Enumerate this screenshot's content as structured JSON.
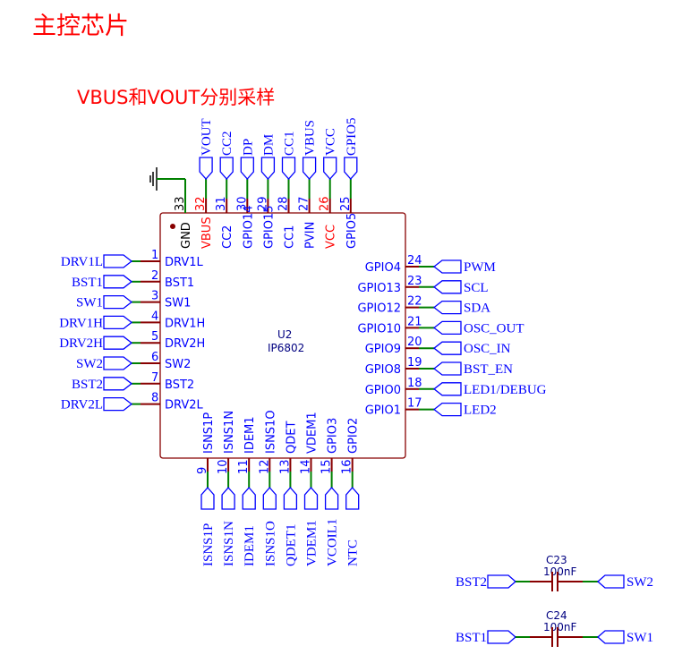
{
  "titles": {
    "main": "主控芯片",
    "sub": "VBUS和VOUT分别采样"
  },
  "chip": {
    "designator": "U2",
    "part": "IP6802",
    "body_color": "#880000",
    "wire_color": "#008000",
    "label_color": "#0000ff",
    "highlight_color": "#ff0000",
    "left_pins": [
      {
        "num": "1",
        "name": "DRV1L",
        "net": "DRV1L"
      },
      {
        "num": "2",
        "name": "BST1",
        "net": "BST1"
      },
      {
        "num": "3",
        "name": "SW1",
        "net": "SW1"
      },
      {
        "num": "4",
        "name": "DRV1H",
        "net": "DRV1H"
      },
      {
        "num": "5",
        "name": "DRV2H",
        "net": "DRV2H"
      },
      {
        "num": "6",
        "name": "SW2",
        "net": "SW2"
      },
      {
        "num": "7",
        "name": "BST2",
        "net": "BST2"
      },
      {
        "num": "8",
        "name": "DRV2L",
        "net": "DRV2L"
      }
    ],
    "right_pins": [
      {
        "num": "24",
        "name": "GPIO4",
        "net": "PWM"
      },
      {
        "num": "23",
        "name": "GPIO13",
        "net": "SCL"
      },
      {
        "num": "22",
        "name": "GPIO12",
        "net": "SDA"
      },
      {
        "num": "21",
        "name": "GPIO10",
        "net": "OSC_OUT"
      },
      {
        "num": "20",
        "name": "GPIO9",
        "net": "OSC_IN"
      },
      {
        "num": "19",
        "name": "GPIO8",
        "net": "BST_EN"
      },
      {
        "num": "18",
        "name": "GPIO0",
        "net": "LED1/DEBUG"
      },
      {
        "num": "17",
        "name": "GPIO1",
        "net": "LED2"
      }
    ],
    "top_pins": [
      {
        "num": "33",
        "name": "GND",
        "net": "GND",
        "color": "black"
      },
      {
        "num": "32",
        "name": "VBUS",
        "net": "VOUT",
        "color": "red"
      },
      {
        "num": "31",
        "name": "CC2",
        "net": "CC2",
        "color": "blue"
      },
      {
        "num": "30",
        "name": "GPIO14",
        "net": "DP",
        "color": "blue"
      },
      {
        "num": "29",
        "name": "GPIO15",
        "net": "DM",
        "color": "blue"
      },
      {
        "num": "28",
        "name": "CC1",
        "net": "CC1",
        "color": "blue"
      },
      {
        "num": "27",
        "name": "PVIN",
        "net": "VBUS",
        "color": "blue"
      },
      {
        "num": "26",
        "name": "VCC",
        "net": "VCC",
        "color": "red"
      },
      {
        "num": "25",
        "name": "GPIO5",
        "net": "GPIO5",
        "color": "blue"
      }
    ],
    "bottom_pins": [
      {
        "num": "9",
        "name": "ISNS1P",
        "net": "ISNS1P"
      },
      {
        "num": "10",
        "name": "ISNS1N",
        "net": "ISNS1N"
      },
      {
        "num": "11",
        "name": "IDEM1",
        "net": "IDEM1"
      },
      {
        "num": "12",
        "name": "ISNS1O",
        "net": "ISNS1O"
      },
      {
        "num": "13",
        "name": "QDET",
        "net": "QDET1"
      },
      {
        "num": "14",
        "name": "VDEM1",
        "net": "VDEM1"
      },
      {
        "num": "15",
        "name": "GPIO3",
        "net": "VCOIL1"
      },
      {
        "num": "16",
        "name": "GPIO2",
        "net": "NTC"
      }
    ]
  },
  "capacitors": [
    {
      "designator": "C23",
      "value": "100nF",
      "left_net": "BST2",
      "right_net": "SW2"
    },
    {
      "designator": "C24",
      "value": "100nF",
      "left_net": "BST1",
      "right_net": "SW1"
    }
  ]
}
